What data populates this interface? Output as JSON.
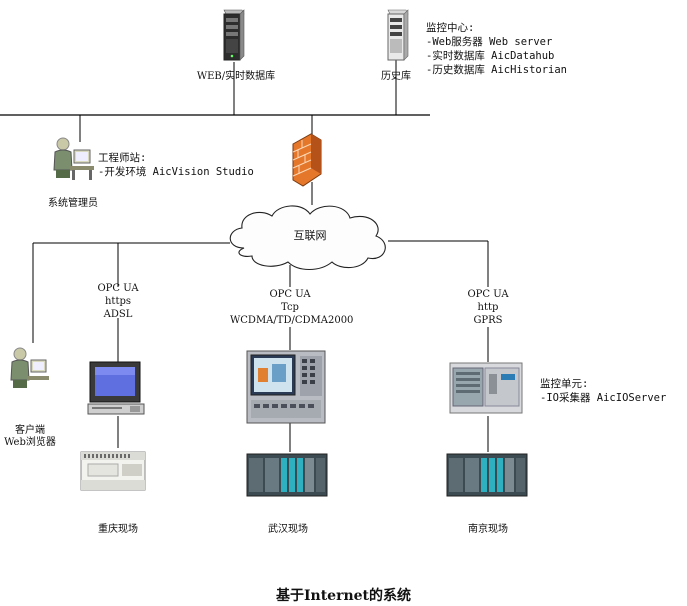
{
  "servers": {
    "web_realtime": "WEB/实时数据库",
    "history": "历史库"
  },
  "monitoring_center": {
    "title": "监控中心:",
    "lines": [
      "-Web服务器 Web server",
      "-实时数据库 AicDatahub",
      "-历史数据库 AicHistorian"
    ]
  },
  "engineer_station": {
    "title": "工程师站:",
    "line": "-开发环境 AicVision Studio",
    "role": "系统管理员"
  },
  "internet": "互联网",
  "client": {
    "line1": "客户端",
    "line2": "Web浏览器"
  },
  "links": {
    "chongqing": [
      "OPC UA",
      "https",
      "ADSL"
    ],
    "wuhan": [
      "OPC UA",
      "Tcp",
      "WCDMA/TD/CDMA2000"
    ],
    "nanjing": [
      "OPC UA",
      "http",
      "GPRS"
    ]
  },
  "monitor_unit": {
    "title": "监控单元:",
    "line": "-IO采集器 AicIOServer"
  },
  "sites": {
    "chongqing": "重庆现场",
    "wuhan": "武汉现场",
    "nanjing": "南京现场"
  },
  "caption": "基于Internet的系统"
}
